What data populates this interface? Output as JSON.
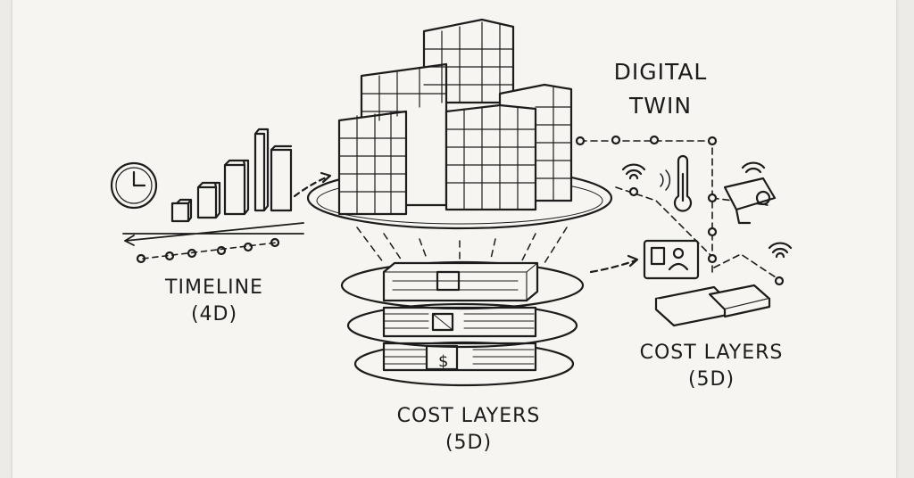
{
  "labels": {
    "digital_twin": [
      "DIGITAL",
      "TWIN"
    ],
    "timeline": [
      "TIMELINE",
      "(4D)"
    ],
    "cost_center": [
      "COST LAYERS",
      "(5D)"
    ],
    "cost_right": [
      "COST LAYERS",
      "(5D)"
    ]
  },
  "money_symbol": "$",
  "colors": {
    "ink": "#1c1c1c",
    "paper": "#f6f5f2"
  }
}
